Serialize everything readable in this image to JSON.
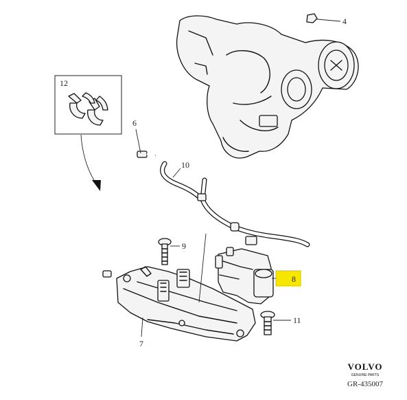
{
  "callouts": {
    "c4": "4",
    "c6": "6",
    "c7": "7",
    "c8": "8",
    "c9": "9",
    "c10": "10",
    "c11": "11",
    "c12": "12"
  },
  "highlight_color": "#f7e600",
  "brand": {
    "name": "VOLVO",
    "sub": "GENUINE PARTS",
    "ref": "GR-435007"
  },
  "icons": [
    "turbocharger-icon",
    "clip-icon",
    "hose-icon",
    "valve-icon",
    "bracket-icon",
    "bolt-icon"
  ]
}
